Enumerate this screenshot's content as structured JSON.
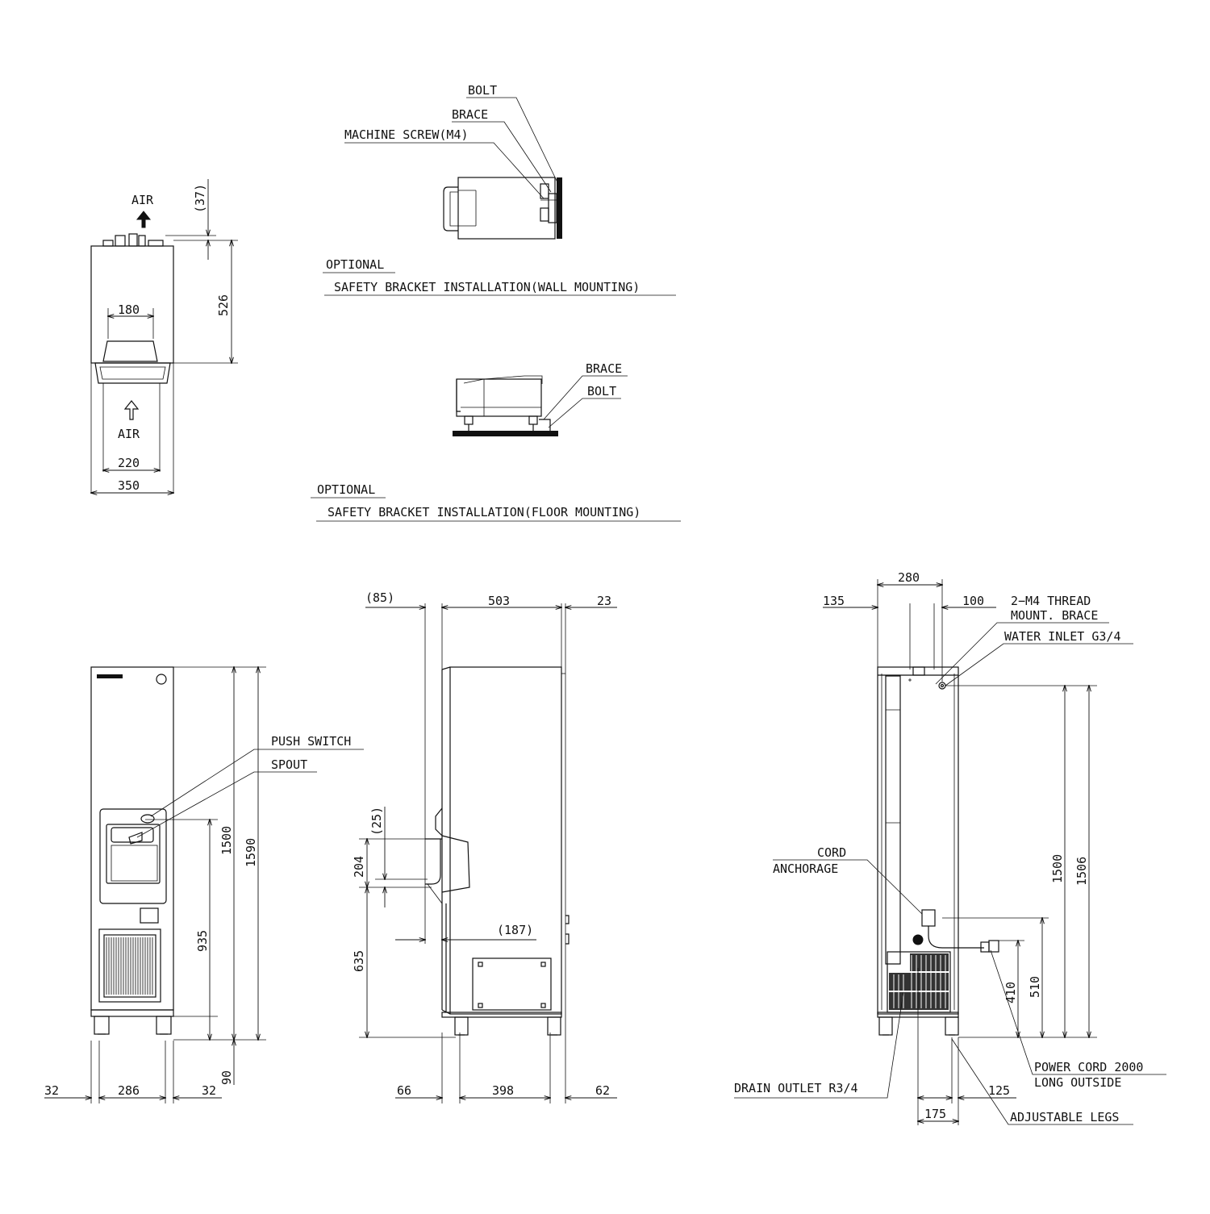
{
  "top_view": {
    "air_out": "AIR",
    "air_in": "AIR",
    "dim_37": "(37)",
    "dim_526": "526",
    "dim_180": "180",
    "dim_220": "220",
    "dim_350": "350"
  },
  "wall_mount": {
    "bolt": "BOLT",
    "brace": "BRACE",
    "machine_screw": "MACHINE SCREW(M4)",
    "optional": "OPTIONAL",
    "title": "SAFETY BRACKET INSTALLATION(WALL MOUNTING)"
  },
  "floor_mount": {
    "brace": "BRACE",
    "bolt": "BOLT",
    "optional": "OPTIONAL",
    "title": "SAFETY BRACKET INSTALLATION(FLOOR MOUNTING)"
  },
  "front_view": {
    "push_switch": "PUSH SWITCH",
    "spout": "SPOUT",
    "dim_1500": "1500",
    "dim_1590": "1590",
    "dim_935": "935",
    "dim_90": "90",
    "dim_32_left": "32",
    "dim_286": "286",
    "dim_32_right": "32"
  },
  "side_view": {
    "dim_85": "(85)",
    "dim_503": "503",
    "dim_23": "23",
    "dim_25": "(25)",
    "dim_204": "204",
    "dim_635": "635",
    "dim_187": "(187)",
    "dim_66": "66",
    "dim_398": "398",
    "dim_62": "62"
  },
  "rear_view": {
    "dim_280": "280",
    "dim_135": "135",
    "dim_100": "100",
    "thread": "2−M4 THREAD",
    "mount_brace": "MOUNT. BRACE",
    "water_inlet": "WATER INLET G3/4",
    "cord": "CORD",
    "anchorage": "ANCHORAGE",
    "dim_1500": "1500",
    "dim_1506": "1506",
    "dim_410": "410",
    "dim_510": "510",
    "power_cord": "POWER CORD 2000",
    "long_outside": "LONG OUTSIDE",
    "drain_outlet": "DRAIN OUTLET R3/4",
    "dim_125": "125",
    "dim_175": "175",
    "adjustable_legs": "ADJUSTABLE LEGS"
  }
}
